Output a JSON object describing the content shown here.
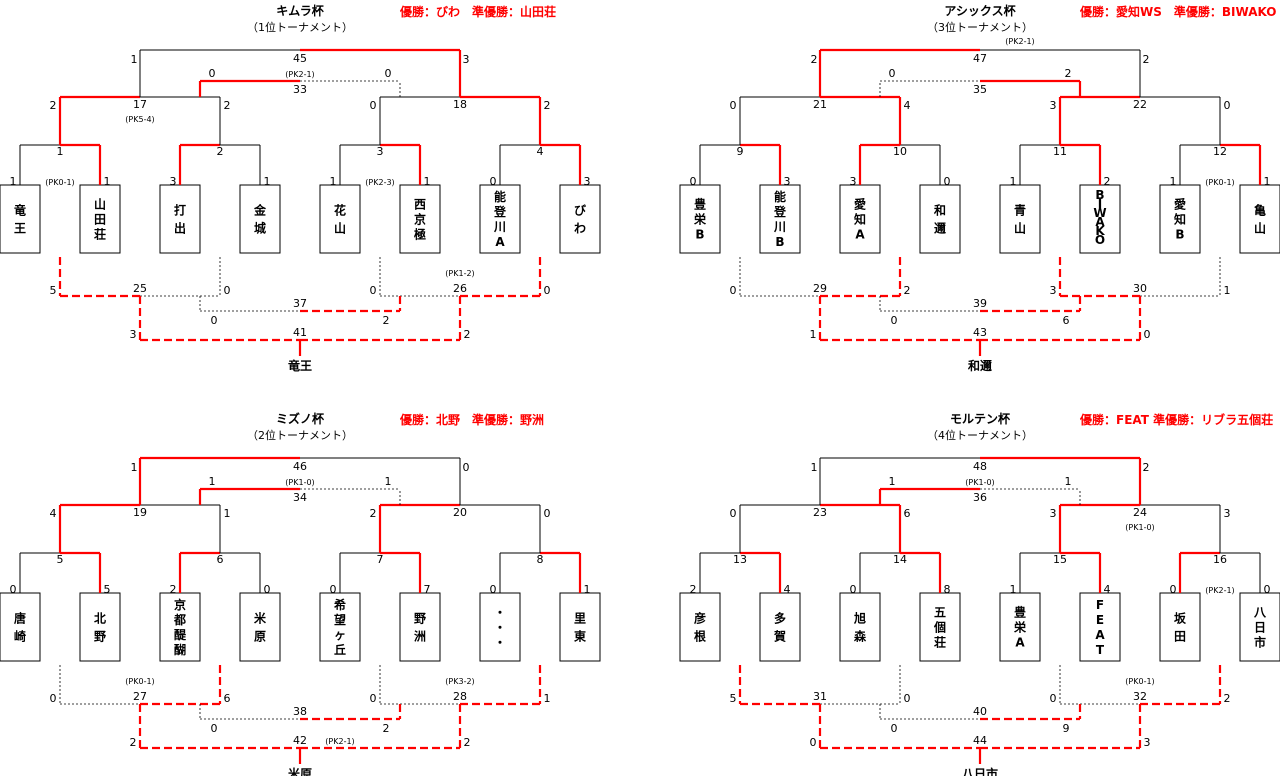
{
  "brackets": [
    {
      "title": "キムラ杯",
      "subtitle": "（1位トーナメント）",
      "winners_text": "優勝：びわ　準優勝：山田荘",
      "teams": [
        {
          "name": "竜王",
          "score": "1"
        },
        {
          "name": "山田荘",
          "score": "1"
        },
        {
          "name": "打出",
          "score": "3"
        },
        {
          "name": "金城",
          "score": "1"
        },
        {
          "name": "花山",
          "score": "1"
        },
        {
          "name": "西京極",
          "score": "1"
        },
        {
          "name": "能登川A",
          "score": "0"
        },
        {
          "name": "びわ",
          "score": "3"
        }
      ],
      "r1": [
        {
          "no": "1",
          "pk": "(PK0-1)",
          "win": 1
        },
        {
          "no": "2",
          "pk": "",
          "win": 0
        },
        {
          "no": "3",
          "pk": "(PK2-3)",
          "win": 1
        },
        {
          "no": "4",
          "pk": "",
          "win": 1
        }
      ],
      "r2": [
        {
          "no": "17",
          "pk": "(PK5-4)",
          "s": [
            "2",
            "2"
          ],
          "win": 0
        },
        {
          "no": "18",
          "pk": "",
          "s": [
            "0",
            "2"
          ],
          "win": 1
        }
      ],
      "final": {
        "no": "45",
        "pk": "",
        "s": [
          "1",
          "3"
        ],
        "win": 1
      },
      "third": {
        "no": "33",
        "pk": "(PK2-1)",
        "s": [
          "0",
          "0"
        ],
        "win": 0
      },
      "l1": [
        {
          "no": "25",
          "pk": "",
          "s": [
            "5",
            "0"
          ],
          "win": 0
        },
        {
          "no": "26",
          "pk": "(PK1-2)",
          "s": [
            "0",
            "0"
          ],
          "win": 1
        }
      ],
      "l2": {
        "no": "41",
        "pk": "",
        "s": [
          "3",
          "2"
        ],
        "win": 0
      },
      "l3": {
        "no": "37",
        "pk": "",
        "s": [
          "0",
          "2"
        ],
        "win": 1
      },
      "champion": "竜王"
    },
    {
      "title": "アシックス杯",
      "subtitle": "（3位トーナメント）",
      "winners_text": "優勝：愛知WS　準優勝：BIWAKO",
      "teams": [
        {
          "name": "豊栄B",
          "score": "0"
        },
        {
          "name": "能登川B",
          "score": "3"
        },
        {
          "name": "愛知A",
          "score": "3"
        },
        {
          "name": "和邇",
          "score": "0"
        },
        {
          "name": "青山",
          "score": "1"
        },
        {
          "name": "BIWAKO",
          "score": "2"
        },
        {
          "name": "愛知B",
          "score": "1"
        },
        {
          "name": "亀山",
          "score": "1"
        }
      ],
      "r1": [
        {
          "no": "9",
          "pk": "",
          "win": 1
        },
        {
          "no": "10",
          "pk": "",
          "win": 0
        },
        {
          "no": "11",
          "pk": "",
          "win": 1
        },
        {
          "no": "12",
          "pk": "(PK0-1)",
          "win": 1
        }
      ],
      "r2": [
        {
          "no": "21",
          "pk": "",
          "s": [
            "0",
            "4"
          ],
          "win": 1
        },
        {
          "no": "22",
          "pk": "",
          "s": [
            "3",
            "0"
          ],
          "win": 0
        }
      ],
      "final": {
        "no": "47",
        "pk": "(PK2-1)",
        "s": [
          "2",
          "2"
        ],
        "win": 0
      },
      "third": {
        "no": "35",
        "pk": "",
        "s": [
          "0",
          "2"
        ],
        "win": 1
      },
      "l1": [
        {
          "no": "29",
          "pk": "",
          "s": [
            "0",
            "2"
          ],
          "win": 1
        },
        {
          "no": "30",
          "pk": "",
          "s": [
            "3",
            "1"
          ],
          "win": 0
        }
      ],
      "l2": {
        "no": "43",
        "pk": "",
        "s": [
          "1",
          "0"
        ],
        "win": 0
      },
      "l3": {
        "no": "39",
        "pk": "",
        "s": [
          "0",
          "6"
        ],
        "win": 1
      },
      "champion": "和邇"
    },
    {
      "title": "ミズノ杯",
      "subtitle": "（2位トーナメント）",
      "winners_text": "優勝：北野　準優勝：野洲",
      "teams": [
        {
          "name": "唐崎",
          "score": "0"
        },
        {
          "name": "北野",
          "score": "5"
        },
        {
          "name": "京都醍醐",
          "score": "2"
        },
        {
          "name": "米原",
          "score": "0"
        },
        {
          "name": "希望ヶ丘",
          "score": "0"
        },
        {
          "name": "野洲",
          "score": "7"
        },
        {
          "name": "・・・",
          "score": "0"
        },
        {
          "name": "里東",
          "score": "1"
        }
      ],
      "r1": [
        {
          "no": "5",
          "pk": "",
          "win": 1
        },
        {
          "no": "6",
          "pk": "",
          "win": 0
        },
        {
          "no": "7",
          "pk": "",
          "win": 1
        },
        {
          "no": "8",
          "pk": "",
          "win": 1
        }
      ],
      "r2": [
        {
          "no": "19",
          "pk": "",
          "s": [
            "4",
            "1"
          ],
          "win": 0
        },
        {
          "no": "20",
          "pk": "",
          "s": [
            "2",
            "0"
          ],
          "win": 0
        }
      ],
      "final": {
        "no": "46",
        "pk": "",
        "s": [
          "1",
          "0"
        ],
        "win": 0
      },
      "third": {
        "no": "34",
        "pk": "(PK1-0)",
        "s": [
          "1",
          "1"
        ],
        "win": 0
      },
      "l1": [
        {
          "no": "27",
          "pk": "(PK0-1)",
          "s": [
            "0",
            "6"
          ],
          "win": 1
        },
        {
          "no": "28",
          "pk": "(PK3-2)",
          "s": [
            "0",
            "1"
          ],
          "win": 1
        }
      ],
      "l2": {
        "no": "42",
        "pk": "(PK2-1)",
        "s": [
          "2",
          "2"
        ],
        "win": 0
      },
      "l3": {
        "no": "38",
        "pk": "",
        "s": [
          "0",
          "2"
        ],
        "win": 1
      },
      "champion": "米原"
    },
    {
      "title": "モルテン杯",
      "subtitle": "（4位トーナメント）",
      "winners_text": "優勝：FEAT 準優勝：リブラ五個荘",
      "teams": [
        {
          "name": "彦根",
          "score": "2"
        },
        {
          "name": "多賀",
          "score": "4"
        },
        {
          "name": "旭森",
          "score": "0"
        },
        {
          "name": "五個荘",
          "score": "8"
        },
        {
          "name": "豊栄A",
          "score": "1"
        },
        {
          "name": "FEAT",
          "score": "4"
        },
        {
          "name": "坂田",
          "score": "0"
        },
        {
          "name": "八日市",
          "score": "0"
        }
      ],
      "r1": [
        {
          "no": "13",
          "pk": "",
          "win": 1
        },
        {
          "no": "14",
          "pk": "",
          "win": 1
        },
        {
          "no": "15",
          "pk": "",
          "win": 1
        },
        {
          "no": "16",
          "pk": "(PK2-1)",
          "win": 0
        }
      ],
      "r2": [
        {
          "no": "23",
          "pk": "",
          "s": [
            "0",
            "6"
          ],
          "win": 1
        },
        {
          "no": "24",
          "pk": "(PK1-0)",
          "s": [
            "3",
            "3"
          ],
          "win": 0
        }
      ],
      "final": {
        "no": "48",
        "pk": "",
        "s": [
          "1",
          "2"
        ],
        "win": 1
      },
      "third": {
        "no": "36",
        "pk": "(PK1-0)",
        "s": [
          "1",
          "1"
        ],
        "win": 0
      },
      "l1": [
        {
          "no": "31",
          "pk": "",
          "s": [
            "5",
            "0"
          ],
          "win": 0
        },
        {
          "no": "32",
          "pk": "(PK0-1)",
          "s": [
            "0",
            "2"
          ],
          "win": 1
        }
      ],
      "l2": {
        "no": "44",
        "pk": "",
        "s": [
          "0",
          "3"
        ],
        "win": 1
      },
      "l3": {
        "no": "40",
        "pk": "",
        "s": [
          "0",
          "9"
        ],
        "win": 1
      },
      "champion": "八日市"
    }
  ]
}
